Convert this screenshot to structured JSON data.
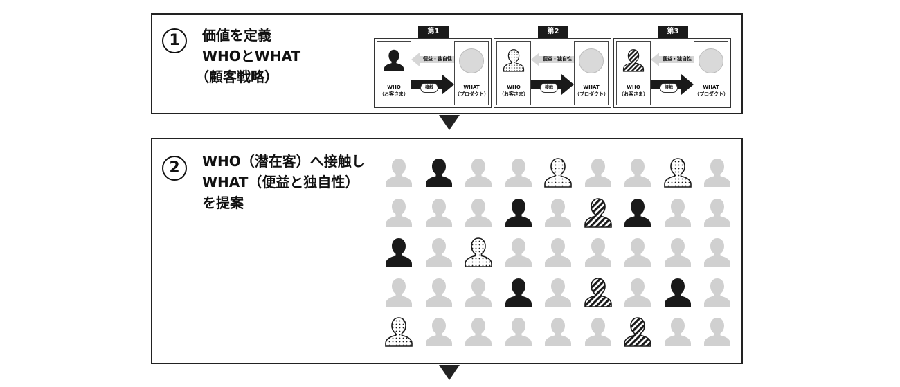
{
  "colors": {
    "dark": "#1a1a1a",
    "light": "#d0d0d0",
    "border": "#222222"
  },
  "panel1": {
    "number": "1",
    "title_lines": [
      "価値を定義",
      "WHOとWHAT",
      "（顧客戦略）"
    ],
    "steps": [
      {
        "tab": "第1",
        "pattern": "solid",
        "benefit_label": "便益・独自性",
        "contact_label": "接触",
        "who_label": "WHO",
        "who_sub": "（お客さま）",
        "what_label": "WHAT",
        "what_sub": "（プロダクト）"
      },
      {
        "tab": "第2",
        "pattern": "dots",
        "benefit_label": "便益・独自性",
        "contact_label": "接触",
        "who_label": "WHO",
        "who_sub": "（お客さま）",
        "what_label": "WHAT",
        "what_sub": "（プロダクト）"
      },
      {
        "tab": "第3",
        "pattern": "stripes",
        "benefit_label": "便益・独自性",
        "contact_label": "接触",
        "who_label": "WHO",
        "who_sub": "（お客さま）",
        "what_label": "WHAT",
        "what_sub": "（プロダクト）"
      }
    ]
  },
  "panel2": {
    "number": "2",
    "title_lines": [
      "WHO（潜在客）へ接触し",
      "WHAT（便益と独自性）",
      "を提案"
    ],
    "grid": [
      [
        "light",
        "solid",
        "light",
        "light",
        "dots",
        "light",
        "light",
        "dots",
        "light"
      ],
      [
        "light",
        "light",
        "light",
        "solid",
        "light",
        "stripes",
        "solid",
        "light",
        "light"
      ],
      [
        "solid",
        "light",
        "dots",
        "light",
        "light",
        "light",
        "light",
        "light",
        "light"
      ],
      [
        "light",
        "light",
        "light",
        "solid",
        "light",
        "stripes",
        "light",
        "solid",
        "light"
      ],
      [
        "dots",
        "light",
        "light",
        "light",
        "light",
        "light",
        "stripes",
        "light",
        "light"
      ]
    ]
  }
}
